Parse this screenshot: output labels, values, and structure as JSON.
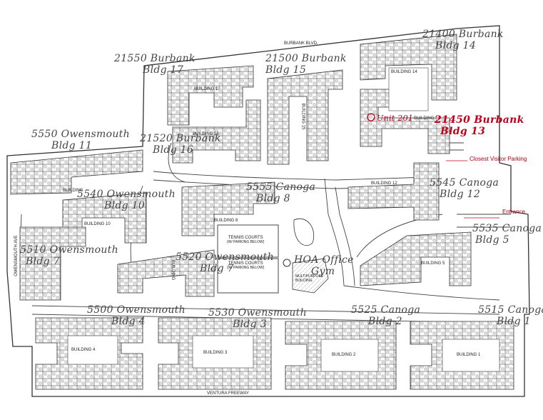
{
  "streets": {
    "north": "BURBANK BLVD.",
    "west": "OWENSMOUTH AVE",
    "south": "VENTURA FREEWAY"
  },
  "building_labels": [
    {
      "address": "21400 Burbank",
      "bldg": "Bldg 14"
    },
    {
      "address": "21550 Burbank",
      "bldg": "Bldg 17"
    },
    {
      "address": "21500 Burbank",
      "bldg": "Bldg 15"
    },
    {
      "address": "5550 Owensmouth",
      "bldg": "Bldg 11"
    },
    {
      "address": "21520 Burbank",
      "bldg": "Bldg 16"
    },
    {
      "address": "21450 Burbank",
      "bldg": "Bldg 13"
    },
    {
      "address": "5540 Owensmouth",
      "bldg": "Bldg 10"
    },
    {
      "address": "5555 Canoga",
      "bldg": "Bldg 8"
    },
    {
      "address": "5545 Canoga",
      "bldg": "Bldg 12"
    },
    {
      "address": "5535 Canoga",
      "bldg": "Bldg 5"
    },
    {
      "address": "5510 Owensmouth",
      "bldg": "Bldg 7"
    },
    {
      "address": "5520 Owensmouth",
      "bldg": "Bldg 7"
    },
    {
      "address": "5500 Owensmouth",
      "bldg": "Bldg 4"
    },
    {
      "address": "5530 Owensmouth",
      "bldg": "Bldg 3"
    },
    {
      "address": "5525 Canoga",
      "bldg": "Bldg 2"
    },
    {
      "address": "5515 Canoga",
      "bldg": "Bldg 1"
    }
  ],
  "plan_labels": {
    "b14": "BUILDING 14",
    "b17": "BUILDING 17",
    "b16": "BUILDING 16",
    "b15": "BUILDING 15",
    "b13": "BUILDING",
    "b12": "BUILDING 12",
    "b11": "BUILDING",
    "b10": "BUILDING 10",
    "b8": "BUILDING 8",
    "b5": "BUILDING 5",
    "b7": "BUILDING",
    "b4": "BUILDING 4",
    "b3": "BUILDING 3",
    "b2": "BUILDING 2",
    "b1": "BUILDING 1",
    "tennis1": "TENNIS COURTS",
    "tennis1_sub": "(W/ PARKING BELOW)",
    "tennis2": "TENNIS COURTS",
    "tennis2_sub": "(W/ PARKING BELOW)",
    "multipurpose": "MULTIPURPOSE BUILDING"
  },
  "hoa_label": "HOA Office",
  "gym_label": "Gym",
  "unit_marker": "Unit 201",
  "annotations": {
    "parking": "Closest Visitor Parking",
    "entrance": "Entrance"
  },
  "colors": {
    "annotation": "#c0001a",
    "line": "#333333",
    "handwriting": "#444444"
  }
}
